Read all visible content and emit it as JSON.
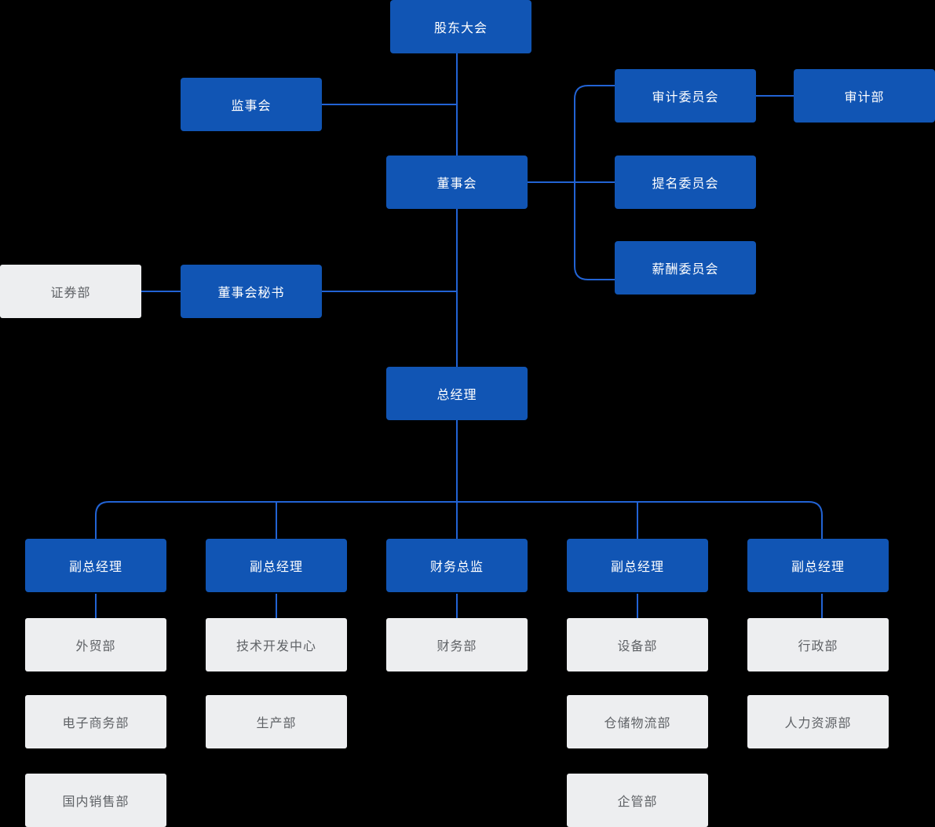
{
  "colors": {
    "node_primary": "#1155b4",
    "node_secondary": "#edeef0",
    "line": "#2263d4",
    "text_primary": "#ffffff",
    "text_secondary": "#5f6266",
    "background": "#000000"
  },
  "nodes": {
    "shareholders_meeting": "股东大会",
    "supervisory_board": "监事会",
    "board_of_directors": "董事会",
    "audit_committee": "审计委员会",
    "audit_department": "审计部",
    "nomination_committee": "提名委员会",
    "compensation_committee": "薪酬委员会",
    "board_secretary": "董事会秘书",
    "securities_department": "证券部",
    "general_manager": "总经理",
    "deputy_gm_1": "副总经理",
    "deputy_gm_2": "副总经理",
    "finance_director": "财务总监",
    "deputy_gm_3": "副总经理",
    "deputy_gm_4": "副总经理",
    "foreign_trade_department": "外贸部",
    "ecommerce_department": "电子商务部",
    "domestic_sales_department": "国内销售部",
    "tech_development_center": "技术开发中心",
    "production_department": "生产部",
    "finance_department": "财务部",
    "equipment_department": "设备部",
    "warehouse_logistics_department": "仓储物流部",
    "enterprise_management_department": "企管部",
    "administration_department": "行政部",
    "hr_department": "人力资源部"
  }
}
